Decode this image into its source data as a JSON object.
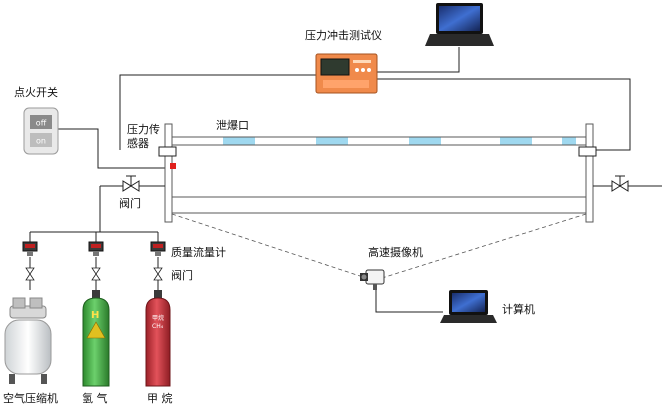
{
  "labels": {
    "pressure_tester": "压力冲击测试仪",
    "ignition_switch": "点火开关",
    "switch_off": "off",
    "switch_on": "on",
    "pressure_sensor_line1": "压力传",
    "pressure_sensor_line2": "感器",
    "vent": "泄爆口",
    "valve_main": "阀门",
    "mass_flow_meter": "质量流量计",
    "valve_branch": "阀门",
    "high_speed_camera": "高速摄像机",
    "computer": "计算机",
    "air_compressor": "空气压缩机",
    "hydrogen": "氢 气",
    "methane": "甲 烷",
    "hydrogen_bottle_mark": "H",
    "methane_bottle_mark_line1": "甲烷",
    "methane_bottle_mark_line2": "CH₄"
  },
  "colors": {
    "line": "#222222",
    "pipe": "#5a5a5a",
    "vent_window": "#9fd8ef",
    "tester_body": "#f08a4b",
    "sensor_mark": "#e0201c",
    "hydrogen_bottle": "#3aa63a",
    "methane_bottle": "#c8323a",
    "laptop_screen": "#1f3f8a",
    "switch_off": "#8a8a8a",
    "switch_on": "#bdbdbd"
  },
  "icons": {
    "laptop": "laptop-icon",
    "tester": "pressure-tester-icon",
    "switch": "ignition-switch-icon",
    "valve": "valve-icon",
    "flow_meter": "flow-meter-icon",
    "compressor": "air-compressor-icon",
    "gas_cylinder": "gas-cylinder-icon",
    "camera": "camera-icon"
  }
}
